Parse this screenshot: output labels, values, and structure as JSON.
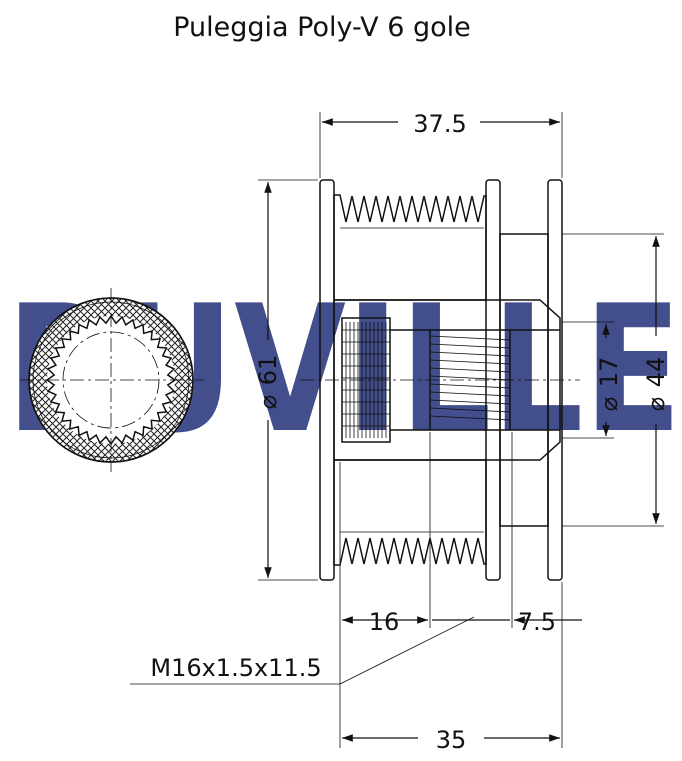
{
  "title": "Puleggia Poly-V 6 gole",
  "watermark": "RUVILLE",
  "dimensions": {
    "overall_length": "37.5",
    "outer_diameter": "61",
    "bore_diameter": "17",
    "hub_diameter": "44",
    "length_left": "16",
    "length_right": "7.5",
    "length_total": "35",
    "thread": "M16x1.5x11.5"
  },
  "colors": {
    "line": "#111111",
    "watermark": "#23307a",
    "hatch": "#222222"
  }
}
